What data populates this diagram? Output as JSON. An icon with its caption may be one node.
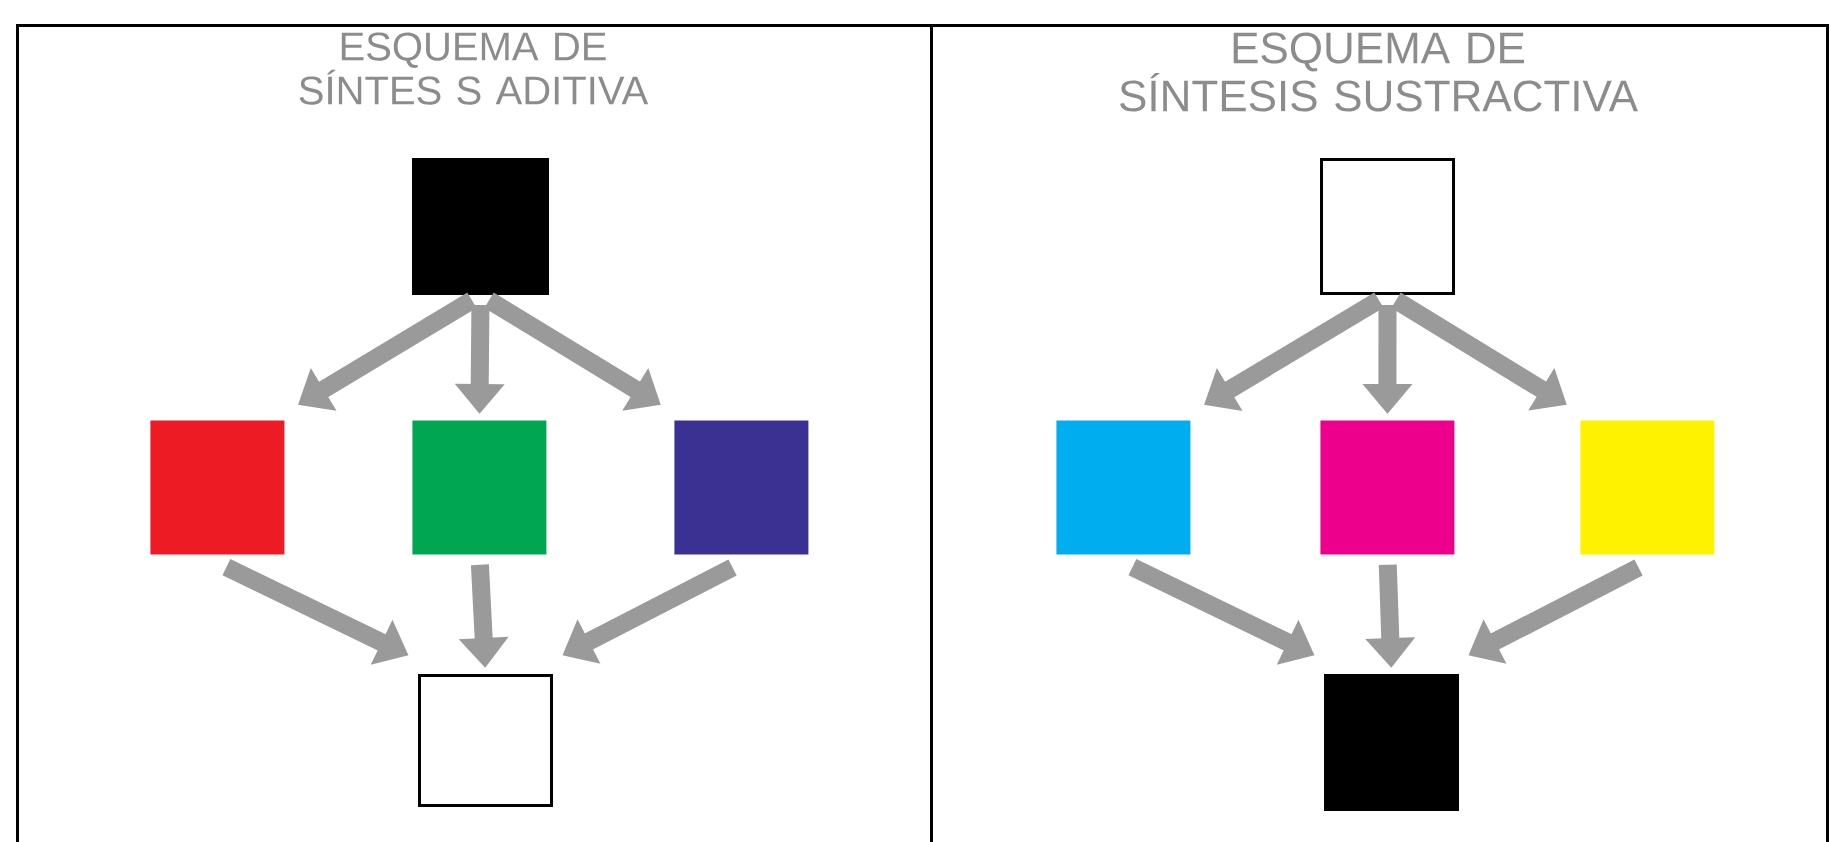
{
  "diagram": {
    "nodes": [
      {
        "text": [
          "ESQUEMA DE SÍNTES S ADITIVA"
        ]
      },
      {
        "text": [],
        "shape": "box",
        "in": 0
      },
      {
        "text": [],
        "shape": "box",
        "in": 0
      },
      {
        "text": [],
        "shape": "box",
        "in": 0
      },
      {
        "text": [],
        "shape": "box",
        "in": 0
      },
      {
        "text": [],
        "shape": "box",
        "in": 0
      },
      {
        "text": [
          "ESQUEMA DE SÍNTESIS SUSTRACTIVA"
        ]
      },
      {
        "text": [],
        "shape": "box",
        "in": 6
      },
      {
        "text": [],
        "shape": "box",
        "in": 6
      },
      {
        "text": [],
        "shape": "box",
        "in": 6
      },
      {
        "text": [],
        "shape": "box",
        "in": 6
      },
      {
        "text": [],
        "shape": "box",
        "in": 6
      }
    ],
    "edges": [
      {
        "from": 1,
        "to": 2,
        "arrow": "to"
      },
      {
        "from": 1,
        "to": 3,
        "arrow": "to"
      },
      {
        "from": 1,
        "to": 4,
        "arrow": "to"
      },
      {
        "from": 2,
        "to": 5,
        "arrow": "to"
      },
      {
        "from": 3,
        "to": 5,
        "arrow": "to"
      },
      {
        "from": 4,
        "to": 5,
        "arrow": "to"
      },
      {
        "from": 7,
        "to": 8,
        "arrow": "to"
      },
      {
        "from": 7,
        "to": 9,
        "arrow": "to"
      },
      {
        "from": 7,
        "to": 10,
        "arrow": "to"
      },
      {
        "from": 8,
        "to": 11,
        "arrow": "to"
      },
      {
        "from": 9,
        "to": 11,
        "arrow": "to"
      },
      {
        "from": 10,
        "to": 11,
        "arrow": "to"
      }
    ]
  }
}
